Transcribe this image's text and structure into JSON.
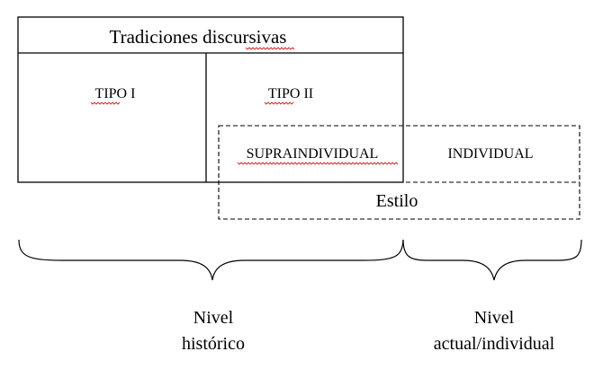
{
  "header": {
    "title": "Tradiciones discursivas"
  },
  "types": {
    "tipo1": "TIPO I",
    "tipo2": "TIPO II"
  },
  "style_boxes": {
    "supraindividual": "SUPRAINDIVIDUAL",
    "individual": "INDIVIDUAL",
    "estilo": "Estilo"
  },
  "levels": {
    "historic": {
      "line1": "Nivel",
      "line2": "histórico"
    },
    "actual": {
      "line1": "Nivel",
      "line2": "actual/individual"
    }
  },
  "colors": {
    "lines": "#000000",
    "spellcheck_underline": "#d21d1d"
  }
}
